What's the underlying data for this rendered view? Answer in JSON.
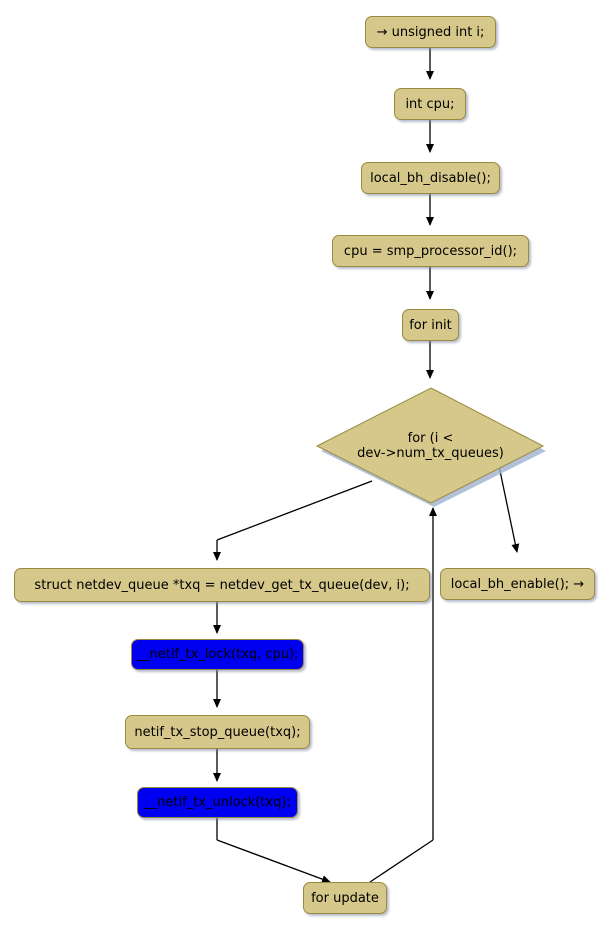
{
  "diagram": {
    "type": "activity-flowchart",
    "title": "netif_tx_stop_all_queues activity",
    "background_color": "#ffffff",
    "node_fill_color": "#d6c88a",
    "node_border_color": "#9a8a3f",
    "highlight_fill_color": "#0000f0",
    "text_color": "#000000",
    "edge_color": "#000000"
  },
  "nodes": [
    {
      "id": "start",
      "label": "→ unsigned int i;",
      "shape": "rounded-rect",
      "highlight": false
    },
    {
      "id": "decl-cpu",
      "label": "int cpu;",
      "shape": "rounded-rect",
      "highlight": false
    },
    {
      "id": "bh-disable",
      "label": "local_bh_disable();",
      "shape": "rounded-rect",
      "highlight": false
    },
    {
      "id": "smp-id",
      "label": "cpu = smp_processor_id();",
      "shape": "rounded-rect",
      "highlight": false
    },
    {
      "id": "for-init",
      "label": "for init",
      "shape": "rounded-rect",
      "highlight": false
    },
    {
      "id": "for-cond",
      "label": "for (i <\ndev->num_tx_queues)",
      "shape": "diamond",
      "highlight": false
    },
    {
      "id": "get-tx-queue",
      "label": "struct netdev_queue *txq = netdev_get_tx_queue(dev, i);",
      "shape": "rounded-rect",
      "highlight": false
    },
    {
      "id": "tx-lock",
      "label": "__netif_tx_lock(txq, cpu);",
      "shape": "rounded-rect",
      "highlight": true
    },
    {
      "id": "stop-queue",
      "label": "netif_tx_stop_queue(txq);",
      "shape": "rounded-rect",
      "highlight": false
    },
    {
      "id": "tx-unlock",
      "label": "__netif_tx_unlock(txq);",
      "shape": "rounded-rect",
      "highlight": true
    },
    {
      "id": "for-update",
      "label": "for update",
      "shape": "rounded-rect",
      "highlight": false
    },
    {
      "id": "bh-enable",
      "label": "local_bh_enable(); →",
      "shape": "rounded-rect",
      "highlight": false
    }
  ],
  "edges": [
    {
      "from": "start",
      "to": "decl-cpu",
      "label": ""
    },
    {
      "from": "decl-cpu",
      "to": "bh-disable",
      "label": ""
    },
    {
      "from": "bh-disable",
      "to": "smp-id",
      "label": ""
    },
    {
      "from": "smp-id",
      "to": "for-init",
      "label": ""
    },
    {
      "from": "for-init",
      "to": "for-cond",
      "label": ""
    },
    {
      "from": "for-cond",
      "to": "get-tx-queue",
      "label": ""
    },
    {
      "from": "for-cond",
      "to": "bh-enable",
      "label": ""
    },
    {
      "from": "get-tx-queue",
      "to": "tx-lock",
      "label": ""
    },
    {
      "from": "tx-lock",
      "to": "stop-queue",
      "label": ""
    },
    {
      "from": "stop-queue",
      "to": "tx-unlock",
      "label": ""
    },
    {
      "from": "tx-unlock",
      "to": "for-update",
      "label": ""
    },
    {
      "from": "for-update",
      "to": "for-cond",
      "label": ""
    }
  ]
}
